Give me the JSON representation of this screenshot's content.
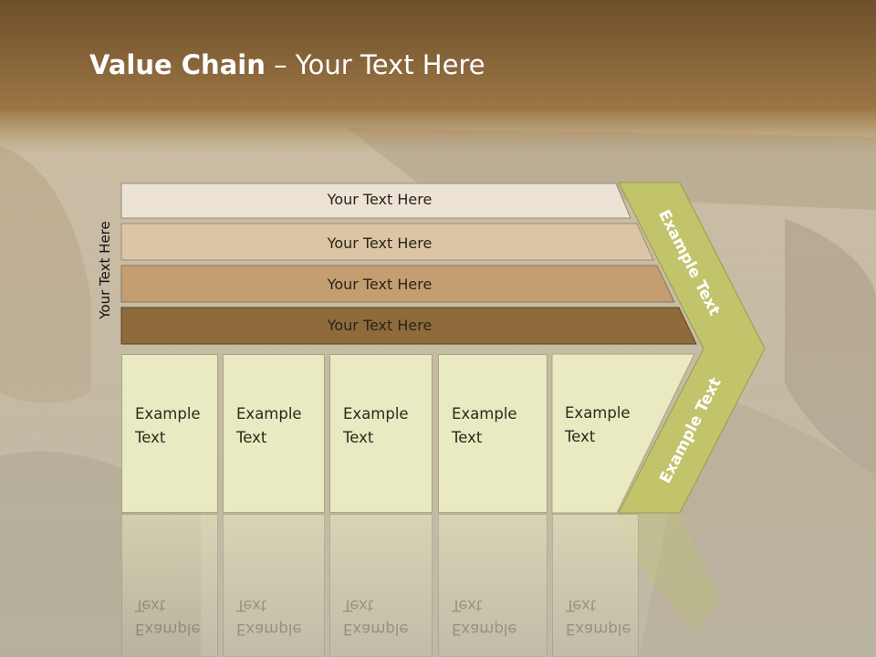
{
  "title": {
    "bold": "Value Chain",
    "rest": " – Your Text Here"
  },
  "vertical_label": "Your Text Here",
  "rows": [
    {
      "label": "Your Text Here",
      "color": "#ece3d6"
    },
    {
      "label": "Your Text Here",
      "color": "#dcc5a4"
    },
    {
      "label": "Your Text Here",
      "color": "#c49e71"
    },
    {
      "label": "Your Text Here",
      "color": "#8f6a3a"
    }
  ],
  "columns": [
    {
      "line1": "Example",
      "line2": "Text"
    },
    {
      "line1": "Example",
      "line2": "Text"
    },
    {
      "line1": "Example",
      "line2": "Text"
    },
    {
      "line1": "Example",
      "line2": "Text"
    },
    {
      "line1": "Example",
      "line2": "Text"
    }
  ],
  "chevron": {
    "top_label": "Example Text",
    "bottom_label": "Example Text",
    "color": "#c1c46b"
  },
  "colors": {
    "cell_fill": "#e9e9c2",
    "header_brown": "#7b5a2f"
  }
}
